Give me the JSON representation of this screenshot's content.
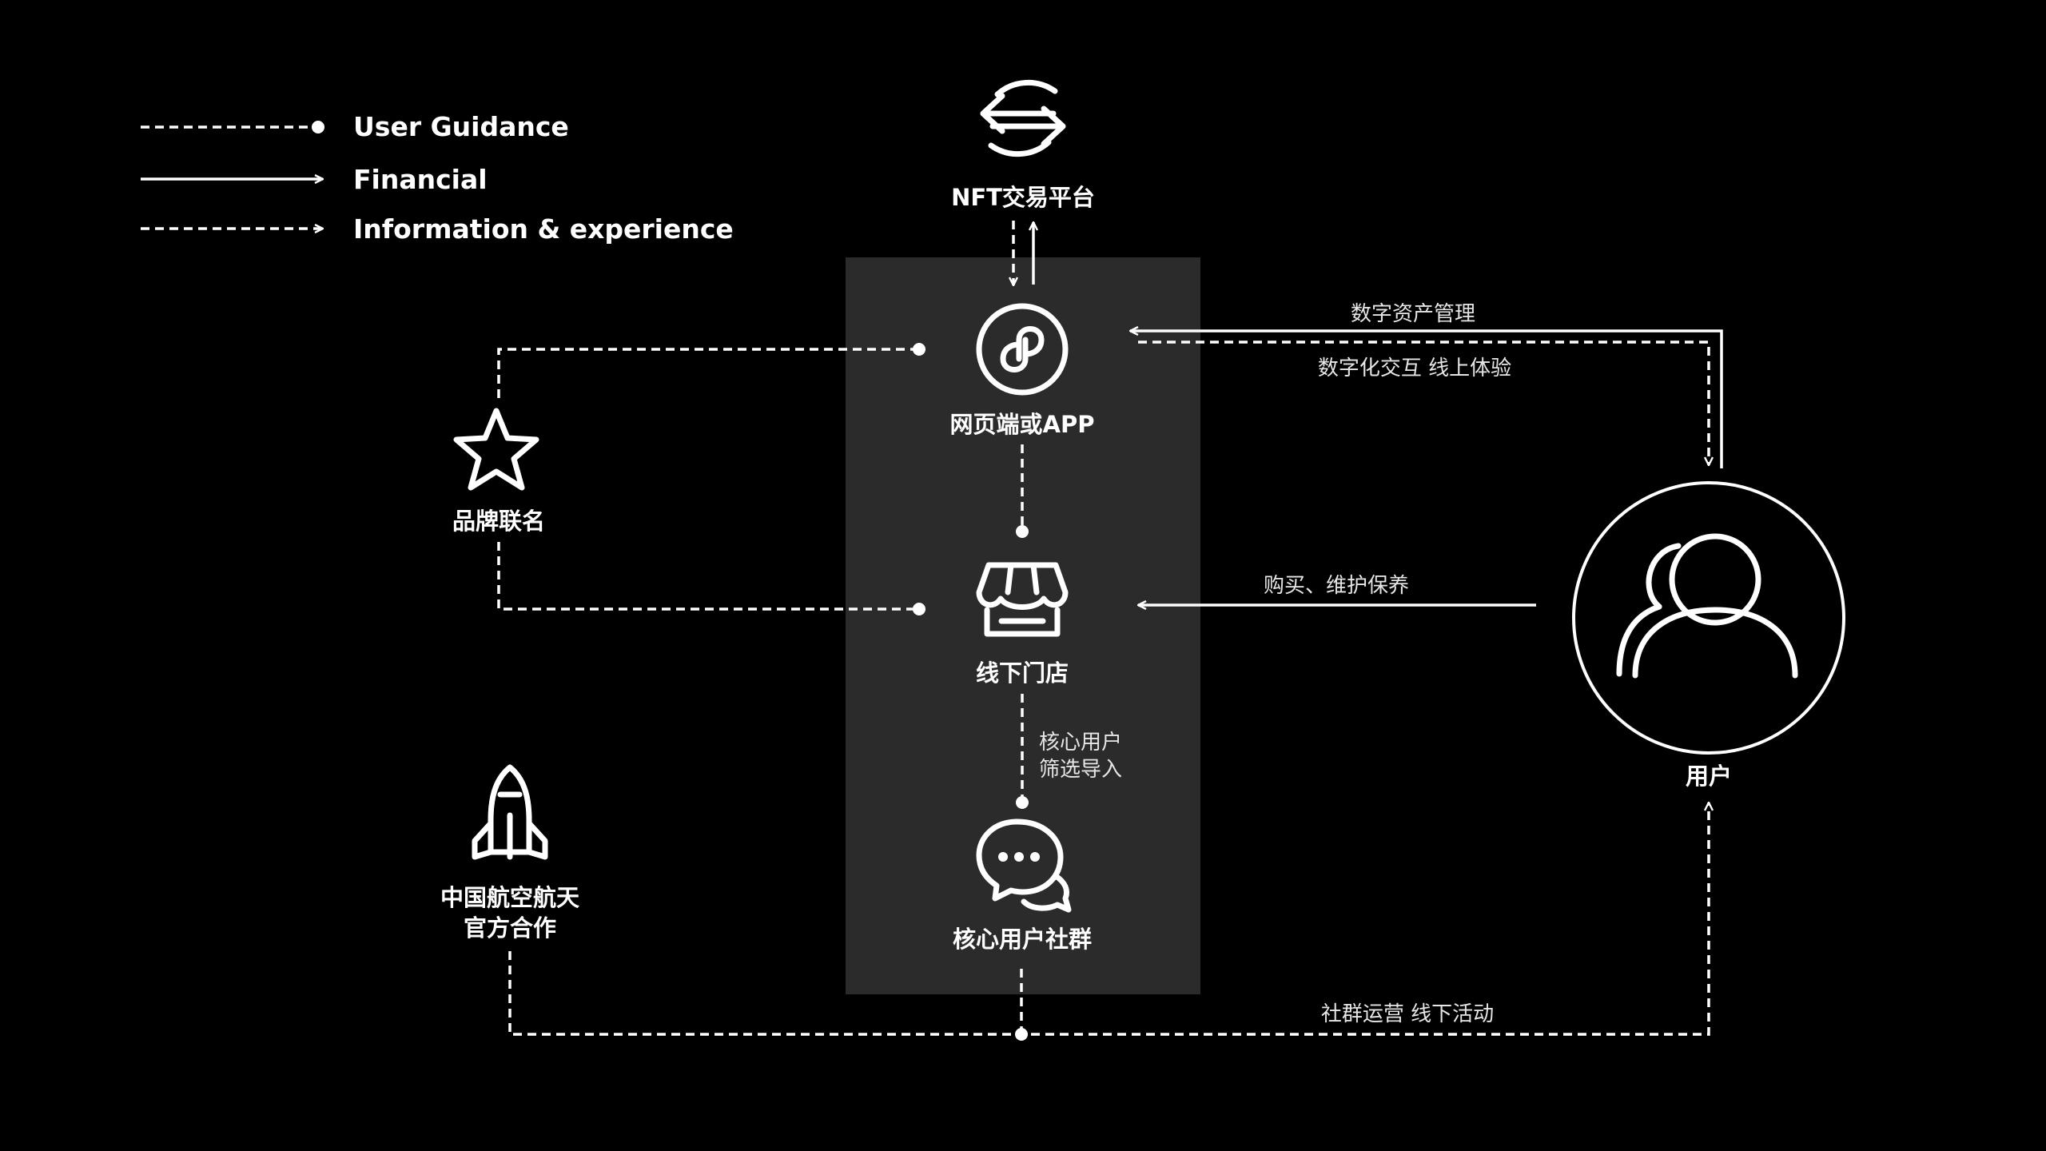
{
  "legend": {
    "user_guidance": "User Guidance",
    "financial": "Financial",
    "information": "Information & experience"
  },
  "nodes": {
    "nft": "NFT交易平台",
    "web_app": "网页端或APP",
    "offline_store": "线下门店",
    "core_community": "核心用户社群",
    "brand": "品牌联名",
    "aerospace_line1": "中国航空航天",
    "aerospace_line2": "官方合作",
    "user": "用户"
  },
  "edges": {
    "digital_asset": "数字资产管理",
    "digital_interaction": "数字化交互 线上体验",
    "purchase": "购买、维护保养",
    "core_line1": "核心用户",
    "core_line2": "筛选导入",
    "community_ops": "社群运营 线下活动"
  },
  "colors": {
    "background": "#000000",
    "panel": "#2b2b2b",
    "stroke": "#ffffff"
  },
  "icons": [
    "exchange-icon",
    "miniprogram-icon",
    "store-icon",
    "chat-icon",
    "star-icon",
    "rocket-icon",
    "users-icon"
  ]
}
